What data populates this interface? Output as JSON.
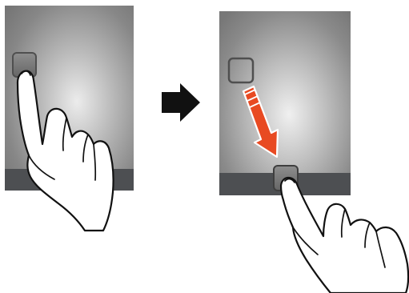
{
  "diagram": {
    "kind": "instruction-illustration",
    "panels": [
      {
        "id": "before",
        "screen": {
          "background": "radial-gray",
          "dock_color": "#4d4f52"
        },
        "app_icon": {
          "state": "pressed",
          "icon": "app-shortcut-icon"
        },
        "hand": {
          "gesture": "tap-and-hold",
          "icon": "pointing-hand-icon"
        }
      },
      {
        "id": "after",
        "screen": {
          "background": "radial-gray",
          "dock_color": "#4d4f52"
        },
        "ghost_icon": {
          "state": "original-position",
          "icon": "app-shortcut-outline-icon"
        },
        "drag_arrow": {
          "direction": "down",
          "color": "#e84a22",
          "icon": "drag-arrow-icon"
        },
        "dropped_icon": {
          "state": "dropped-in-dock",
          "icon": "app-shortcut-icon"
        },
        "hand": {
          "gesture": "drag",
          "icon": "pointing-hand-icon"
        }
      }
    ],
    "transition_arrow": {
      "direction": "right",
      "color": "#111111",
      "icon": "right-arrow-icon"
    }
  }
}
